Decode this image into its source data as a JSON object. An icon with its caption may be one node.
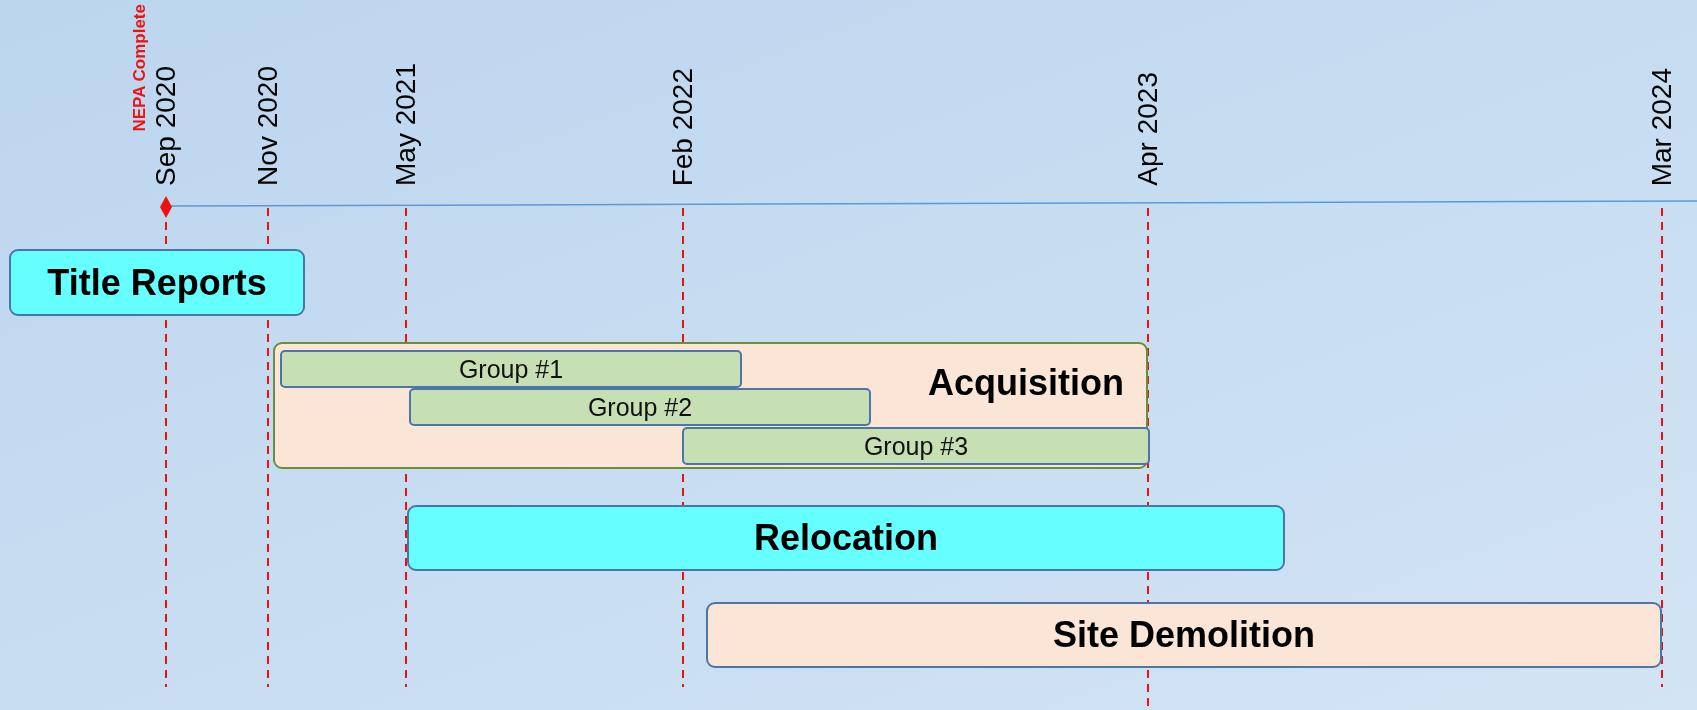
{
  "diagram": {
    "nodes": [
      {
        "text": [
          "Title Reports"
        ]
      },
      {
        "text": [
          "Acquisition"
        ]
      },
      {
        "text": [
          "Group #1"
        ],
        "in": 1
      },
      {
        "text": [
          "Group #2"
        ],
        "in": 1
      },
      {
        "text": [
          "Group #3"
        ],
        "in": 1
      },
      {
        "text": [
          "Relocation"
        ]
      },
      {
        "text": [
          "Site Demolition"
        ]
      }
    ],
    "edges": [],
    "labels": [
      "NEPA Complete",
      "Sep 2020",
      "Nov 2020",
      "May 2021",
      "Feb 2022",
      "Apr 2023",
      "Mar 2024"
    ]
  }
}
